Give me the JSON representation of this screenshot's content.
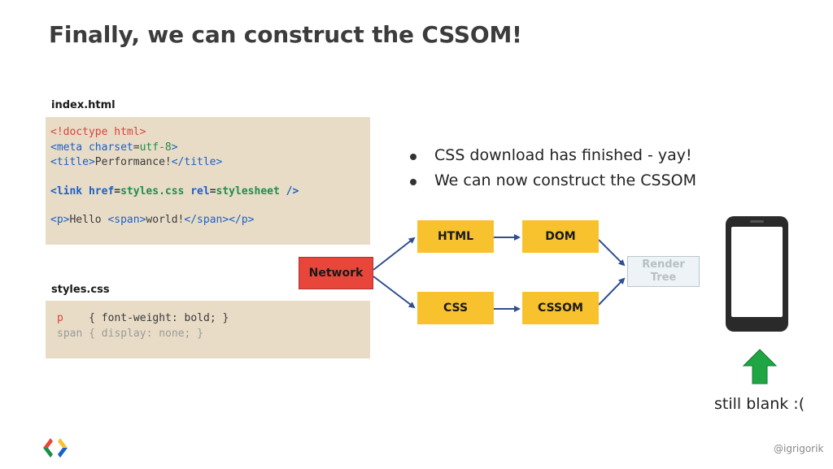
{
  "slide": {
    "title": "Finally, we can construct the CSSOM!",
    "handle": "@igrigorik"
  },
  "html_file": {
    "label": "index.html",
    "lines": {
      "l1": "<!doctype html>",
      "l2_open": "<meta ",
      "l2_attr": "charset",
      "l2_eq": "=",
      "l2_val": "utf-8",
      "l2_close": ">",
      "l3_open": "<title>",
      "l3_text": "Performance!",
      "l3_close": "</title>",
      "l4_open": "<link ",
      "l4_attr1": "href",
      "l4_eq1": "=",
      "l4_val1": "styles.css",
      "l4_attr2": " rel",
      "l4_eq2": "=",
      "l4_val2": "stylesheet",
      "l4_close": " />",
      "l5_p_open": "<p>",
      "l5_text1": "Hello ",
      "l5_span_open": "<span>",
      "l5_text2": "world!",
      "l5_span_close": "</span>",
      "l5_p_close": "</p>"
    }
  },
  "css_file": {
    "label": "styles.css",
    "rule1_selector": "p",
    "rule1_body": "    { font-weight: bold; }",
    "rule2": "span { display: none; }"
  },
  "bullets": [
    "CSS download has finished - yay!",
    "We can now construct the CSSOM"
  ],
  "diagram": {
    "network": "Network",
    "html": "HTML",
    "dom": "DOM",
    "css": "CSS",
    "cssom": "CSSOM",
    "render_line1": "Render",
    "render_line2": "Tree",
    "colors": {
      "network": "#e8463a",
      "node": "#f8c12e",
      "arrow": "#2f4f8f",
      "render_bg": "#edf3f6",
      "up_arrow": "#1fa544"
    }
  },
  "phone": {
    "caption": "still blank :("
  }
}
